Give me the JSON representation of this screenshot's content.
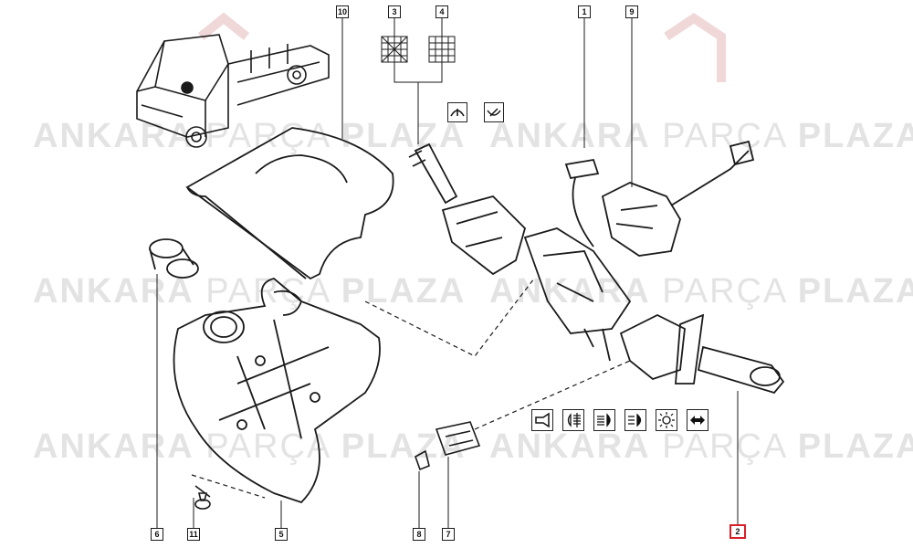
{
  "watermark": {
    "left": "ANKARA",
    "middle": "PARÇA",
    "right": "PLAZA"
  },
  "callouts": [
    {
      "id": "c1",
      "label": "1"
    },
    {
      "id": "c2",
      "label": "2"
    },
    {
      "id": "c3",
      "label": "3"
    },
    {
      "id": "c4",
      "label": "4"
    },
    {
      "id": "c5",
      "label": "5"
    },
    {
      "id": "c6",
      "label": "6"
    },
    {
      "id": "c7",
      "label": "7"
    },
    {
      "id": "c8",
      "label": "8"
    },
    {
      "id": "c9",
      "label": "9"
    },
    {
      "id": "c10",
      "label": "10"
    },
    {
      "id": "c11",
      "label": "11"
    }
  ],
  "highlight_color": "#d8202a",
  "function_icons": [
    "horn-icon",
    "rear-fog-icon",
    "front-fog-icon",
    "headlight-icon",
    "parking-light-icon",
    "turn-signal-icon"
  ],
  "wiper_icons": [
    "rear-wiper-icon",
    "front-wiper-icon"
  ]
}
